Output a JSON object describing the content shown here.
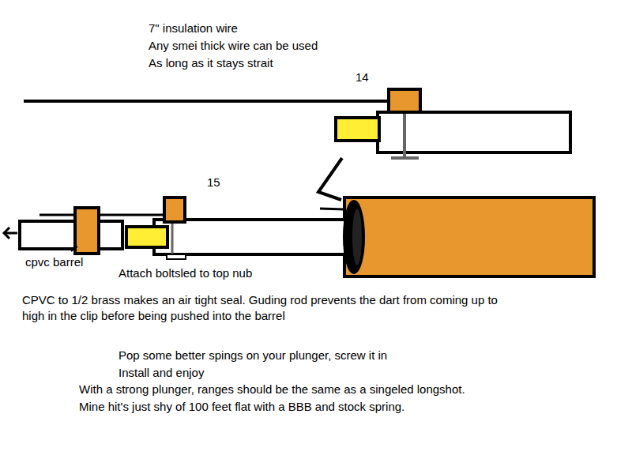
{
  "diagram": {
    "labels": [
      "7\" insulation wire",
      "Any smei thick wire can be used",
      "As long as it stays strait",
      "14",
      "15",
      "cpvc barrel",
      "Attach boltsled to top nub",
      "CPVC to 1/2 brass makes an air tight seal.  Guding rod prevents the dart from coming up to",
      "high in the clip before being pushed into the barrel",
      "Pop some better spings on your plunger, screw it in",
      "Install and enjoy",
      "With a strong plunger, ranges should be the same as a singeled longshot.",
      "Mine hit's just shy of 100 feet flat with a BBB and stock spring."
    ]
  }
}
